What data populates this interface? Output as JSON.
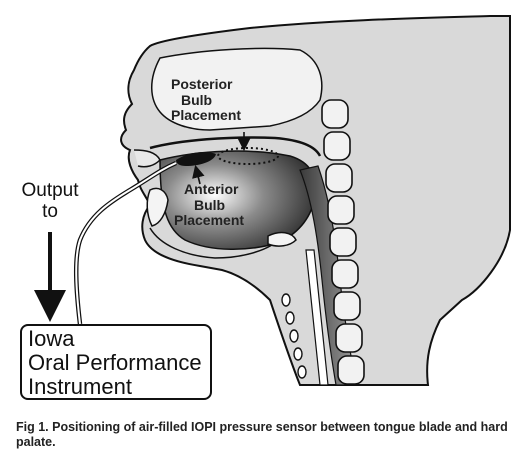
{
  "labels": {
    "posterior": [
      "Posterior",
      "Bulb",
      "Placement"
    ],
    "anterior": [
      "Anterior",
      "Bulb",
      "Placement"
    ],
    "output": [
      "Output",
      "to"
    ]
  },
  "instrument": [
    "Iowa",
    "Oral Performance",
    "Instrument"
  ],
  "caption": "Fig 1.  Positioning of air-filled IOPI pressure sensor between tongue blade and hard palate."
}
